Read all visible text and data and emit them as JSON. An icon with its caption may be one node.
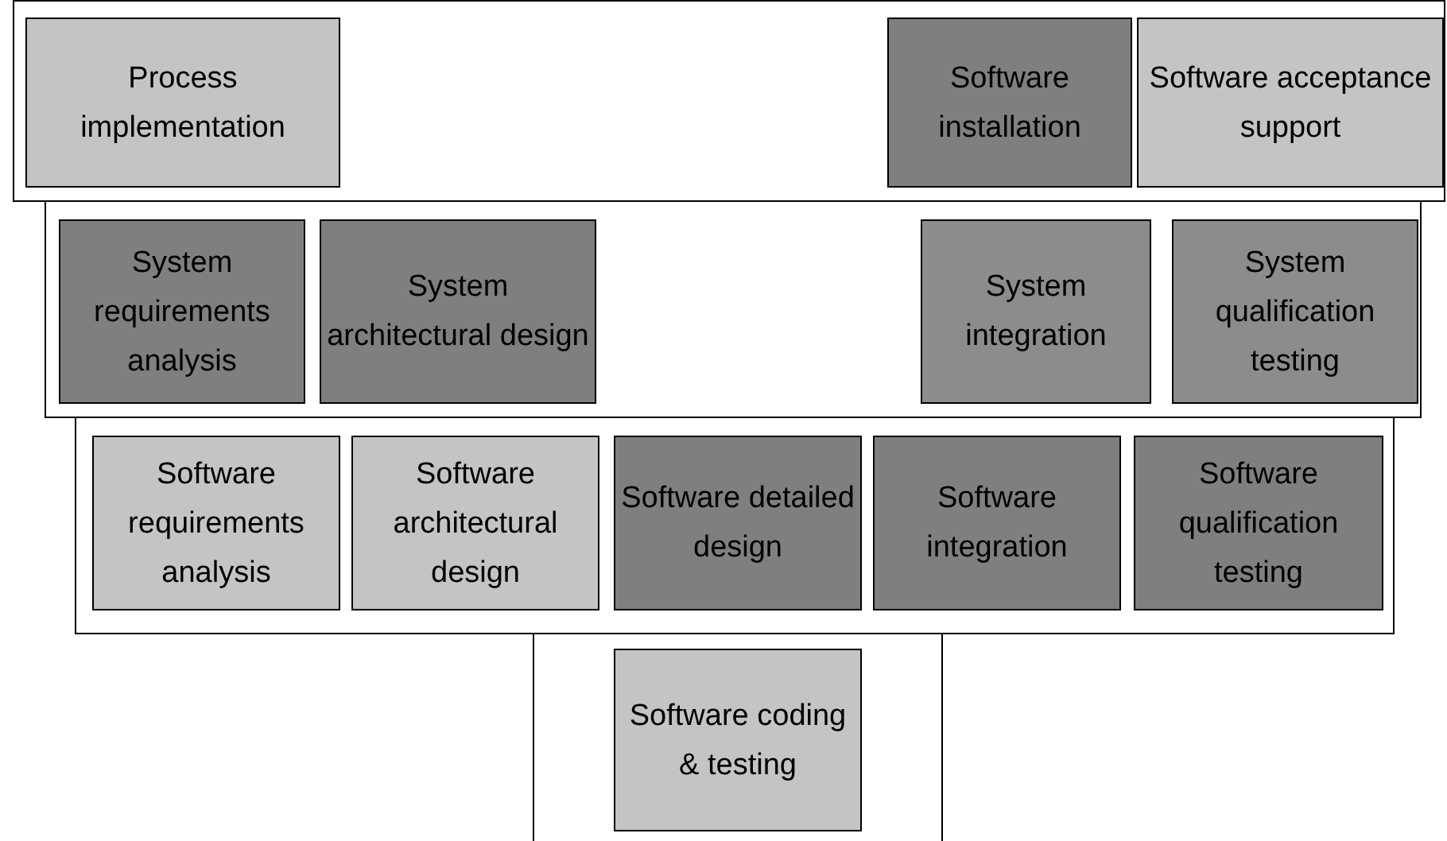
{
  "diagram": {
    "nodes": [
      {
        "text": [],
        "shape": "box"
      },
      {
        "text": [
          "Process implementation"
        ],
        "in": 0
      },
      {
        "text": [
          "Software installation"
        ],
        "in": 0
      },
      {
        "text": [
          "Software acceptance support"
        ],
        "in": 0
      },
      {
        "text": [],
        "shape": "box"
      },
      {
        "text": [
          "System requirements analysis"
        ],
        "in": 4
      },
      {
        "text": [
          "System architectural design"
        ],
        "in": 4
      },
      {
        "text": [
          "System integration"
        ],
        "in": 4
      },
      {
        "text": [
          "System qualification testing"
        ],
        "in": 4
      },
      {
        "text": [],
        "shape": "box"
      },
      {
        "text": [
          "Software requirements analysis"
        ],
        "in": 9
      },
      {
        "text": [
          "Software architectural design"
        ],
        "in": 9
      },
      {
        "text": [
          "Software detailed design"
        ],
        "in": 9
      },
      {
        "text": [
          "Software integration"
        ],
        "in": 9
      },
      {
        "text": [
          "Software qualification testing"
        ],
        "in": 9
      },
      {
        "text": [],
        "shape": "box"
      },
      {
        "text": [
          "Software coding & testing"
        ],
        "in": 15
      }
    ],
    "edges": []
  }
}
